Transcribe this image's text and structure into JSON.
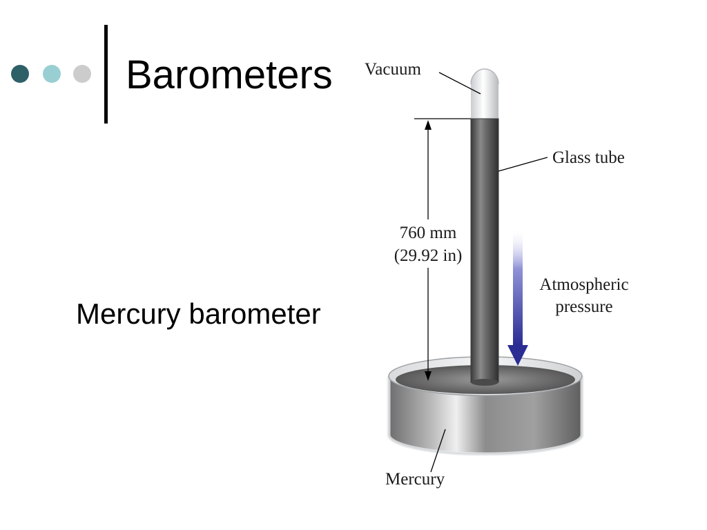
{
  "slide": {
    "title": "Barometers",
    "caption": "Mercury barometer",
    "bullet_dots": [
      {
        "name": "dot-dark",
        "color": "#2e6068"
      },
      {
        "name": "dot-teal",
        "color": "#99cfd2"
      },
      {
        "name": "dot-grey",
        "color": "#cccccc"
      }
    ]
  },
  "diagram": {
    "labels": {
      "vacuum": "Vacuum",
      "glass_tube": "Glass tube",
      "height_mm": "760 mm",
      "height_in": "(29.92 in)",
      "atmospheric_line1": "Atmospheric",
      "atmospheric_line2": "pressure",
      "mercury": "Mercury"
    },
    "colors": {
      "arrow": "#2b2d93",
      "mercury": "#6a6a6a",
      "glass": "#e4e6e8"
    }
  }
}
